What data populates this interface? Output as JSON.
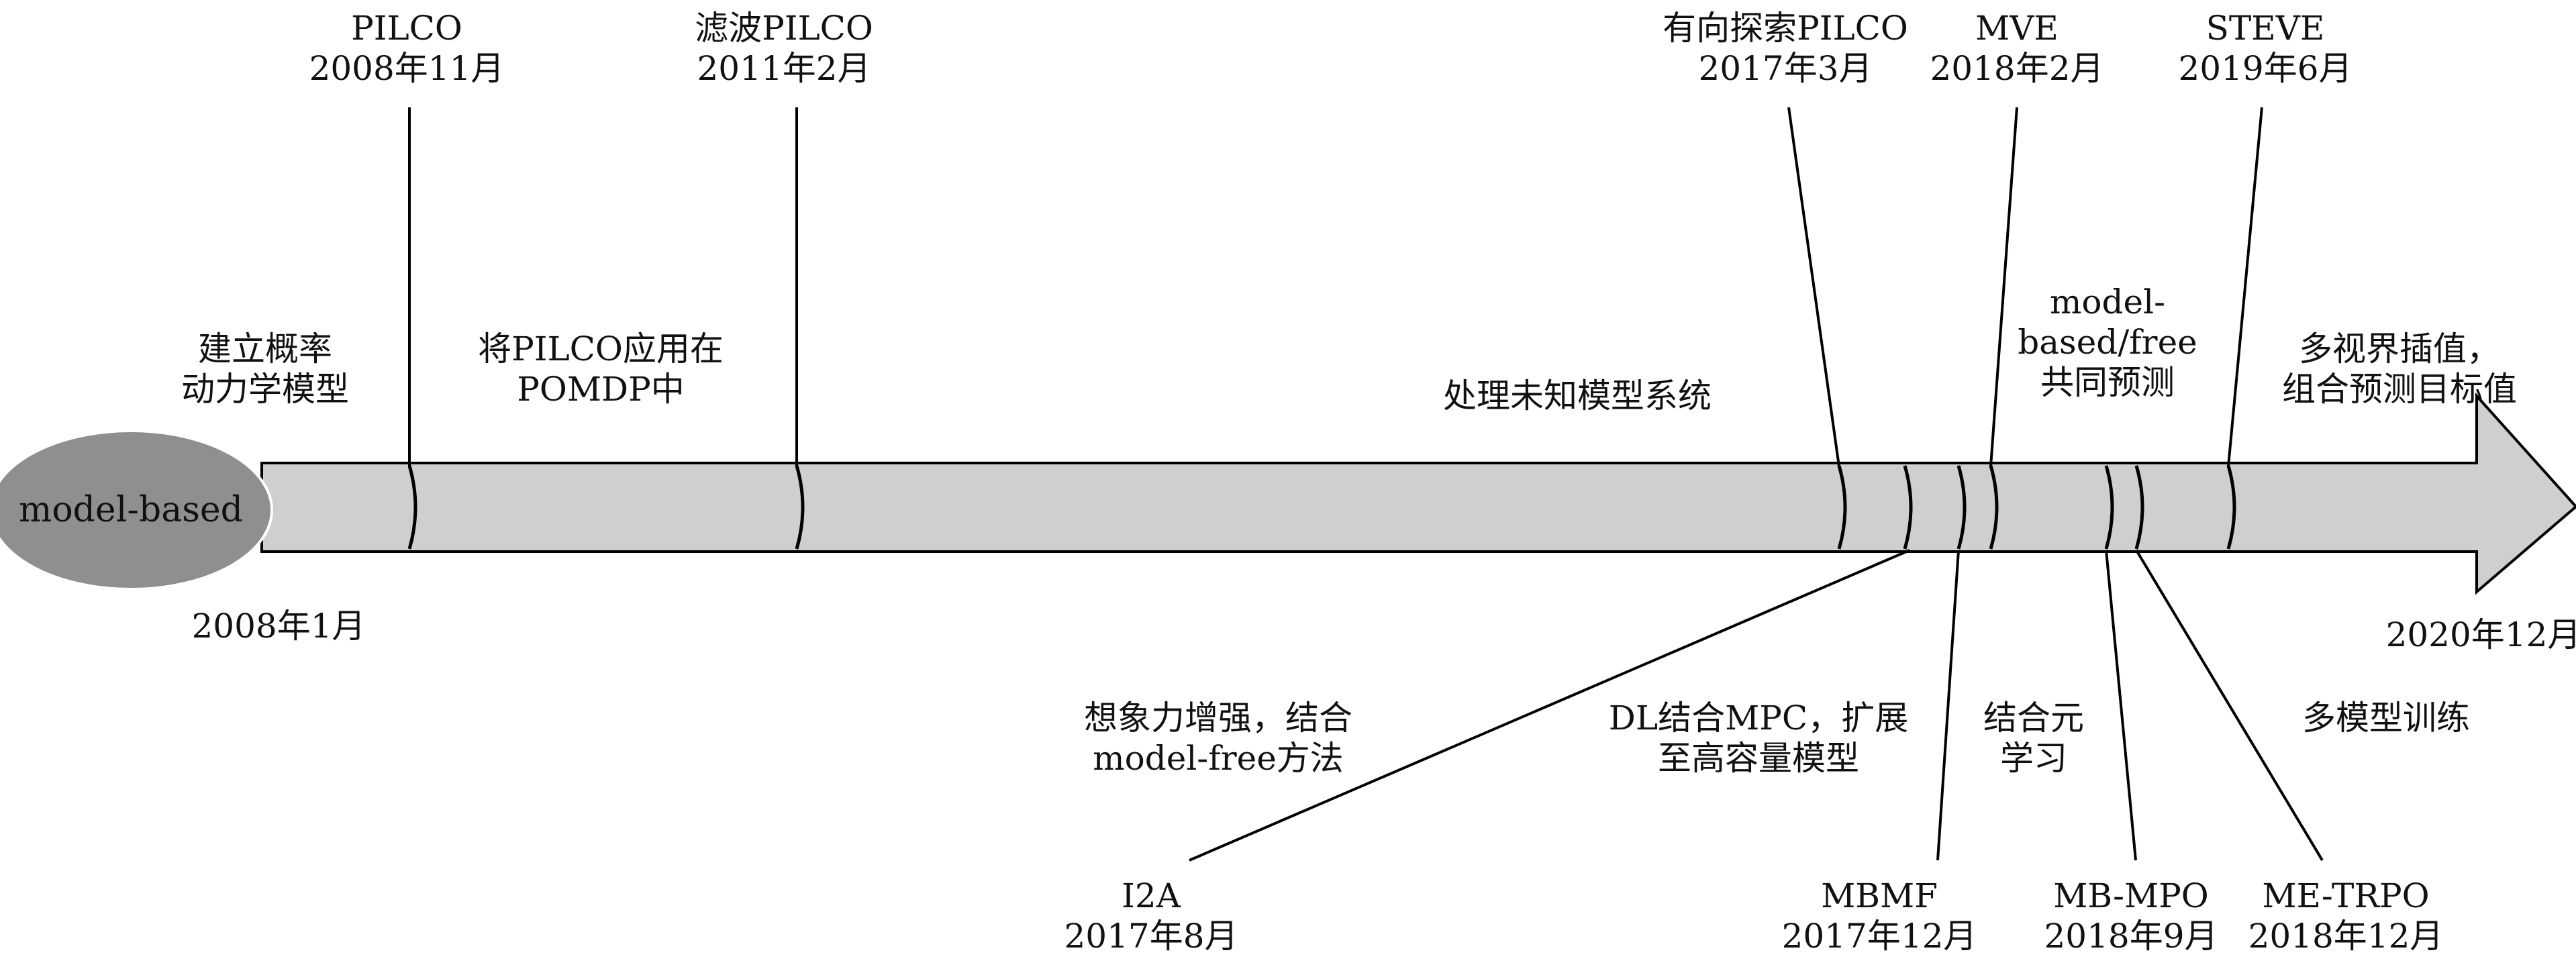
{
  "origin": {
    "label": "model-based",
    "start_date": "2008年1月",
    "end_date": "2020年12月"
  },
  "colors": {
    "arrow_fill": "#cfcfcf",
    "ellipse_fill": "#8f8f8f",
    "line": "#000000",
    "text": "#111111"
  },
  "top_milestones": [
    {
      "name": "PILCO",
      "date": "2008年11月"
    },
    {
      "name": "滤波PILCO",
      "date": "2011年2月"
    },
    {
      "name": "有向探索PILCO",
      "date": "2017年3月"
    },
    {
      "name": "MVE",
      "date": "2018年2月"
    },
    {
      "name": "STEVE",
      "date": "2019年6月"
    }
  ],
  "bottom_milestones": [
    {
      "name": "I2A",
      "date": "2017年8月"
    },
    {
      "name": "MBMF",
      "date": "2017年12月"
    },
    {
      "name": "MB-MPO",
      "date": "2018年9月"
    },
    {
      "name": "ME-TRPO",
      "date": "2018年12月"
    }
  ],
  "top_descriptions": [
    {
      "line1": "建立概率",
      "line2": "动力学模型"
    },
    {
      "line1": "将PILCO应用在",
      "line2": "POMDP中"
    },
    {
      "line1": "处理未知模型系统"
    },
    {
      "line1": "model-",
      "line2": "based/free",
      "line3": "共同预测"
    },
    {
      "line1": "多视界插值，",
      "line2": "组合预测目标值"
    }
  ],
  "bottom_descriptions": [
    {
      "line1": "想象力增强，结合",
      "line2": "model-free方法"
    },
    {
      "line1": "DL结合MPC，扩展",
      "line2": "至高容量模型"
    },
    {
      "line1": "结合元",
      "line2": "学习"
    },
    {
      "line1": "多模型训练"
    }
  ]
}
